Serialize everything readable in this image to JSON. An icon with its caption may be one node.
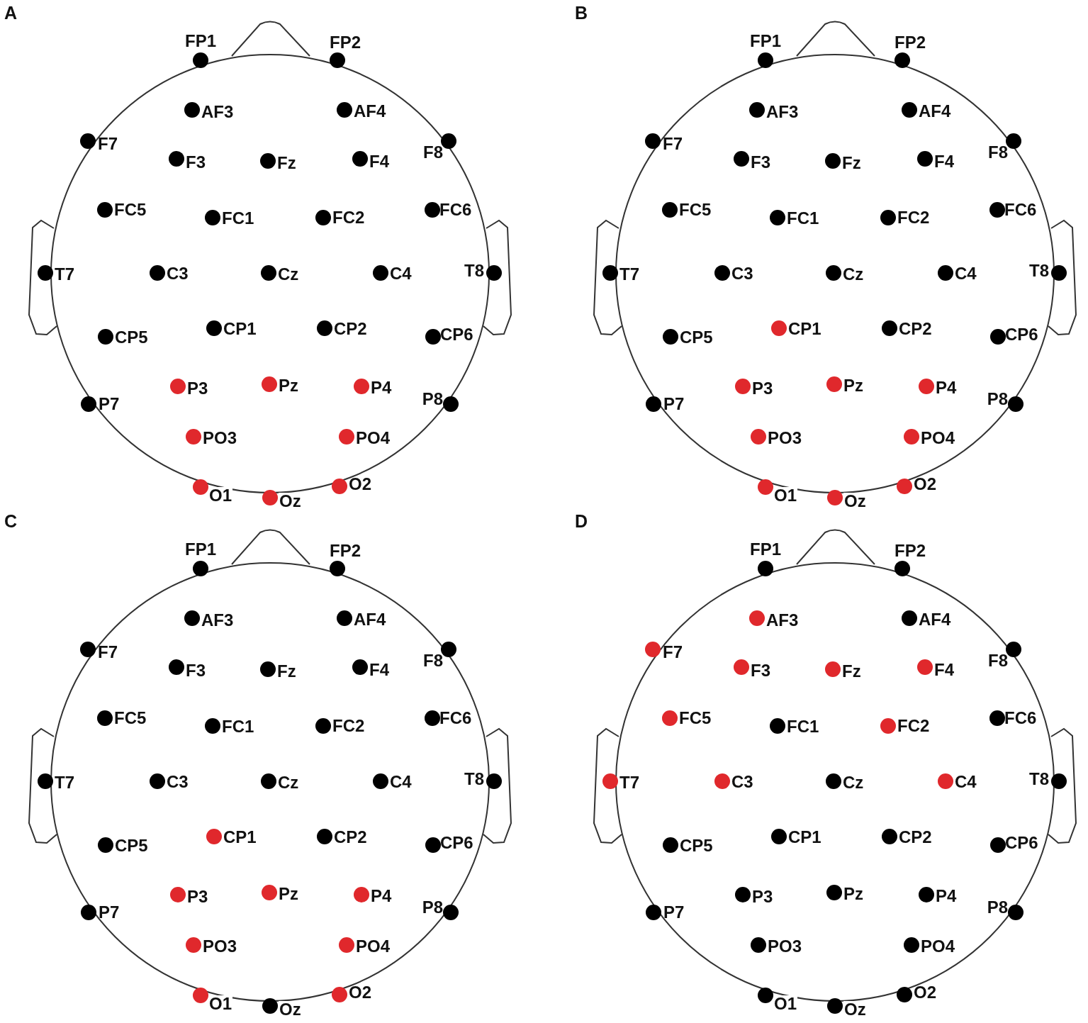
{
  "diagram": {
    "nodes": [
      {
        "text": [],
        "shape": "circle"
      },
      {
        "text": [],
        "shape": "circle",
        "beside": [
          "FP1"
        ]
      },
      {
        "text": [],
        "shape": "circle",
        "beside": [
          "FP2"
        ]
      },
      {
        "text": [],
        "shape": "circle",
        "beside": [
          "AF3"
        ],
        "in": 0
      },
      {
        "text": [],
        "shape": "circle",
        "beside": [
          "AF4"
        ],
        "in": 0
      },
      {
        "text": [],
        "shape": "circle",
        "beside": [
          "F7"
        ]
      },
      {
        "text": [],
        "shape": "circle",
        "beside": [
          "F3"
        ],
        "in": 0
      },
      {
        "text": [],
        "shape": "circle",
        "beside": [
          "Fz"
        ],
        "in": 0
      },
      {
        "text": [],
        "shape": "circle",
        "beside": [
          "F4"
        ],
        "in": 0
      },
      {
        "text": [],
        "shape": "circle",
        "beside": [
          "F8"
        ]
      },
      {
        "text": [],
        "shape": "circle",
        "beside": [
          "FC5"
        ],
        "in": 0
      },
      {
        "text": [],
        "shape": "circle",
        "beside": [
          "FC1"
        ],
        "in": 0
      },
      {
        "text": [],
        "shape": "circle",
        "beside": [
          "FC2"
        ],
        "in": 0
      },
      {
        "text": [],
        "shape": "circle",
        "beside": [
          "FC6"
        ],
        "in": 0
      },
      {
        "text": [],
        "shape": "circle",
        "beside": [
          "T7"
        ]
      },
      {
        "text": [],
        "shape": "circle",
        "beside": [
          "C3"
        ],
        "in": 0
      },
      {
        "text": [],
        "shape": "circle",
        "beside": [
          "Cz"
        ],
        "in": 0
      },
      {
        "text": [],
        "shape": "circle",
        "beside": [
          "C4"
        ],
        "in": 0
      },
      {
        "text": [],
        "shape": "circle",
        "beside": [
          "T8"
        ]
      },
      {
        "text": [],
        "shape": "circle",
        "beside": [
          "CP5"
        ],
        "in": 0
      },
      {
        "text": [],
        "shape": "circle",
        "beside": [
          "CP1"
        ],
        "in": 0
      },
      {
        "text": [],
        "shape": "circle",
        "beside": [
          "CP2"
        ],
        "in": 0
      },
      {
        "text": [],
        "shape": "circle",
        "beside": [
          "CP6"
        ],
        "in": 0
      },
      {
        "text": [],
        "shape": "circle",
        "beside": [
          "P7"
        ]
      },
      {
        "text": [],
        "shape": "circle",
        "beside": [
          "P3"
        ],
        "in": 0
      },
      {
        "text": [],
        "shape": "circle",
        "beside": [
          "Pz"
        ],
        "in": 0
      },
      {
        "text": [],
        "shape": "circle",
        "beside": [
          "P4"
        ],
        "in": 0
      },
      {
        "text": [],
        "shape": "circle",
        "beside": [
          "P8"
        ]
      },
      {
        "text": [],
        "shape": "circle",
        "beside": [
          "PO3"
        ],
        "in": 0
      },
      {
        "text": [],
        "shape": "circle",
        "beside": [
          "PO4"
        ],
        "in": 0
      },
      {
        "text": [],
        "shape": "circle",
        "beside": [
          "O1"
        ]
      },
      {
        "text": [],
        "shape": "circle",
        "beside": [
          "Oz"
        ]
      },
      {
        "text": [],
        "shape": "circle",
        "beside": [
          "O2"
        ]
      },
      {
        "text": [],
        "shape": "circle"
      },
      {
        "text": [],
        "shape": "circle",
        "beside": [
          "FP1"
        ]
      },
      {
        "text": [],
        "shape": "circle",
        "beside": [
          "FP2"
        ]
      },
      {
        "text": [],
        "shape": "circle",
        "beside": [
          "AF3"
        ],
        "in": 33
      },
      {
        "text": [],
        "shape": "circle",
        "beside": [
          "AF4"
        ],
        "in": 33
      },
      {
        "text": [],
        "shape": "circle",
        "beside": [
          "F7"
        ]
      },
      {
        "text": [],
        "shape": "circle",
        "beside": [
          "F3"
        ],
        "in": 33
      },
      {
        "text": [],
        "shape": "circle",
        "beside": [
          "Fz"
        ],
        "in": 33
      },
      {
        "text": [],
        "shape": "circle",
        "beside": [
          "F4"
        ],
        "in": 33
      },
      {
        "text": [],
        "shape": "circle",
        "beside": [
          "F8"
        ]
      },
      {
        "text": [],
        "shape": "circle",
        "beside": [
          "FC5"
        ],
        "in": 33
      },
      {
        "text": [],
        "shape": "circle",
        "beside": [
          "FC1"
        ],
        "in": 33
      },
      {
        "text": [],
        "shape": "circle",
        "beside": [
          "FC2"
        ],
        "in": 33
      },
      {
        "text": [],
        "shape": "circle",
        "beside": [
          "FC6"
        ],
        "in": 33
      },
      {
        "text": [],
        "shape": "circle",
        "beside": [
          "T7"
        ]
      },
      {
        "text": [],
        "shape": "circle",
        "beside": [
          "C3"
        ],
        "in": 33
      },
      {
        "text": [],
        "shape": "circle",
        "beside": [
          "Cz"
        ],
        "in": 33
      },
      {
        "text": [],
        "shape": "circle",
        "beside": [
          "C4"
        ],
        "in": 33
      },
      {
        "text": [],
        "shape": "circle",
        "beside": [
          "T8"
        ]
      },
      {
        "text": [],
        "shape": "circle",
        "beside": [
          "CP5"
        ],
        "in": 33
      },
      {
        "text": [],
        "shape": "circle",
        "beside": [
          "CP1"
        ],
        "in": 33
      },
      {
        "text": [],
        "shape": "circle",
        "beside": [
          "CP2"
        ],
        "in": 33
      },
      {
        "text": [],
        "shape": "circle",
        "beside": [
          "CP6"
        ],
        "in": 33
      },
      {
        "text": [],
        "shape": "circle",
        "beside": [
          "P7"
        ]
      },
      {
        "text": [],
        "shape": "circle",
        "beside": [
          "P3"
        ],
        "in": 33
      },
      {
        "text": [],
        "shape": "circle",
        "beside": [
          "Pz"
        ],
        "in": 33
      },
      {
        "text": [],
        "shape": "circle",
        "beside": [
          "P4"
        ],
        "in": 33
      },
      {
        "text": [],
        "shape": "circle",
        "beside": [
          "P8"
        ]
      },
      {
        "text": [],
        "shape": "circle",
        "beside": [
          "PO3"
        ],
        "in": 33
      },
      {
        "text": [],
        "shape": "circle",
        "beside": [
          "PO4"
        ],
        "in": 33
      },
      {
        "text": [],
        "shape": "circle",
        "beside": [
          "O1"
        ]
      },
      {
        "text": [],
        "shape": "circle",
        "beside": [
          "Oz"
        ]
      },
      {
        "text": [],
        "shape": "circle",
        "beside": [
          "O2"
        ]
      },
      {
        "text": [],
        "shape": "circle"
      },
      {
        "text": [],
        "shape": "circle",
        "beside": [
          "FP1"
        ]
      },
      {
        "text": [],
        "shape": "circle",
        "beside": [
          "FP2"
        ]
      },
      {
        "text": [],
        "shape": "circle",
        "beside": [
          "AF3"
        ],
        "in": 66
      },
      {
        "text": [],
        "shape": "circle",
        "beside": [
          "AF4"
        ],
        "in": 66
      },
      {
        "text": [],
        "shape": "circle",
        "beside": [
          "F7"
        ]
      },
      {
        "text": [],
        "shape": "circle",
        "beside": [
          "F3"
        ],
        "in": 66
      },
      {
        "text": [],
        "shape": "circle",
        "beside": [
          "Fz"
        ],
        "in": 66
      },
      {
        "text": [],
        "shape": "circle",
        "beside": [
          "F4"
        ],
        "in": 66
      },
      {
        "text": [],
        "shape": "circle",
        "beside": [
          "F8"
        ]
      },
      {
        "text": [],
        "shape": "circle",
        "beside": [
          "FC5"
        ],
        "in": 66
      },
      {
        "text": [],
        "shape": "circle",
        "beside": [
          "FC1"
        ],
        "in": 66
      },
      {
        "text": [],
        "shape": "circle",
        "beside": [
          "FC2"
        ],
        "in": 66
      },
      {
        "text": [],
        "shape": "circle",
        "beside": [
          "FC6"
        ],
        "in": 66
      },
      {
        "text": [],
        "shape": "circle",
        "beside": [
          "T7"
        ]
      },
      {
        "text": [],
        "shape": "circle",
        "beside": [
          "C3"
        ],
        "in": 66
      },
      {
        "text": [],
        "shape": "circle",
        "beside": [
          "Cz"
        ],
        "in": 66
      },
      {
        "text": [],
        "shape": "circle",
        "beside": [
          "C4"
        ],
        "in": 66
      },
      {
        "text": [],
        "shape": "circle",
        "beside": [
          "T8"
        ]
      },
      {
        "text": [],
        "shape": "circle",
        "beside": [
          "CP5"
        ],
        "in": 66
      },
      {
        "text": [],
        "shape": "circle",
        "beside": [
          "CP1"
        ],
        "in": 66
      },
      {
        "text": [],
        "shape": "circle",
        "beside": [
          "CP2"
        ],
        "in": 66
      },
      {
        "text": [],
        "shape": "circle",
        "beside": [
          "CP6"
        ],
        "in": 66
      },
      {
        "text": [],
        "shape": "circle",
        "beside": [
          "P7"
        ]
      },
      {
        "text": [],
        "shape": "circle",
        "beside": [
          "P3"
        ],
        "in": 66
      },
      {
        "text": [],
        "shape": "circle",
        "beside": [
          "Pz"
        ],
        "in": 66
      },
      {
        "text": [],
        "shape": "circle",
        "beside": [
          "P4"
        ],
        "in": 66
      },
      {
        "text": [],
        "shape": "circle",
        "beside": [
          "P8"
        ]
      },
      {
        "text": [],
        "shape": "circle",
        "beside": [
          "PO3"
        ],
        "in": 66
      },
      {
        "text": [],
        "shape": "circle",
        "beside": [
          "PO4"
        ],
        "in": 66
      },
      {
        "text": [],
        "shape": "circle",
        "beside": [
          "O1"
        ]
      },
      {
        "text": [],
        "shape": "circle",
        "beside": [
          "Oz"
        ]
      },
      {
        "text": [],
        "shape": "circle",
        "beside": [
          "O2"
        ]
      },
      {
        "text": [],
        "shape": "circle"
      },
      {
        "text": [],
        "shape": "circle",
        "beside": [
          "FP1"
        ]
      },
      {
        "text": [],
        "shape": "circle",
        "beside": [
          "FP2"
        ]
      },
      {
        "text": [],
        "shape": "circle",
        "beside": [
          "AF3"
        ],
        "in": 99
      },
      {
        "text": [],
        "shape": "circle",
        "beside": [
          "AF4"
        ],
        "in": 99
      },
      {
        "text": [],
        "shape": "circle",
        "beside": [
          "F7"
        ]
      },
      {
        "text": [],
        "shape": "circle",
        "beside": [
          "F3"
        ],
        "in": 99
      },
      {
        "text": [],
        "shape": "circle",
        "beside": [
          "Fz"
        ],
        "in": 99
      },
      {
        "text": [],
        "shape": "circle",
        "beside": [
          "F4"
        ],
        "in": 99
      },
      {
        "text": [],
        "shape": "circle",
        "beside": [
          "F8"
        ]
      },
      {
        "text": [],
        "shape": "circle",
        "beside": [
          "FC5"
        ],
        "in": 99
      },
      {
        "text": [],
        "shape": "circle",
        "beside": [
          "FC1"
        ],
        "in": 99
      },
      {
        "text": [],
        "shape": "circle",
        "beside": [
          "FC2"
        ],
        "in": 99
      },
      {
        "text": [],
        "shape": "circle",
        "beside": [
          "FC6"
        ],
        "in": 99
      },
      {
        "text": [],
        "shape": "circle",
        "beside": [
          "T7"
        ]
      },
      {
        "text": [],
        "shape": "circle",
        "beside": [
          "C3"
        ],
        "in": 99
      },
      {
        "text": [],
        "shape": "circle",
        "beside": [
          "Cz"
        ],
        "in": 99
      },
      {
        "text": [],
        "shape": "circle",
        "beside": [
          "C4"
        ],
        "in": 99
      },
      {
        "text": [],
        "shape": "circle",
        "beside": [
          "T8"
        ]
      },
      {
        "text": [],
        "shape": "circle",
        "beside": [
          "CP5"
        ],
        "in": 99
      },
      {
        "text": [],
        "shape": "circle",
        "beside": [
          "CP1"
        ],
        "in": 99
      },
      {
        "text": [],
        "shape": "circle",
        "beside": [
          "CP2"
        ],
        "in": 99
      },
      {
        "text": [],
        "shape": "circle",
        "beside": [
          "CP6"
        ],
        "in": 99
      },
      {
        "text": [],
        "shape": "circle",
        "beside": [
          "P7"
        ]
      },
      {
        "text": [],
        "shape": "circle",
        "beside": [
          "P3"
        ],
        "in": 99
      },
      {
        "text": [],
        "shape": "circle",
        "beside": [
          "Pz"
        ],
        "in": 99
      },
      {
        "text": [],
        "shape": "circle",
        "beside": [
          "P4"
        ],
        "in": 99
      },
      {
        "text": [],
        "shape": "circle",
        "beside": [
          "P8"
        ]
      },
      {
        "text": [],
        "shape": "circle",
        "beside": [
          "PO3"
        ],
        "in": 99
      },
      {
        "text": [],
        "shape": "circle",
        "beside": [
          "PO4"
        ],
        "in": 99
      },
      {
        "text": [],
        "shape": "circle",
        "beside": [
          "O1"
        ]
      },
      {
        "text": [],
        "shape": "circle",
        "beside": [
          "Oz"
        ]
      },
      {
        "text": [],
        "shape": "circle",
        "beside": [
          "O2"
        ]
      }
    ],
    "labels": [
      "A",
      "B",
      "C",
      "D"
    ]
  }
}
